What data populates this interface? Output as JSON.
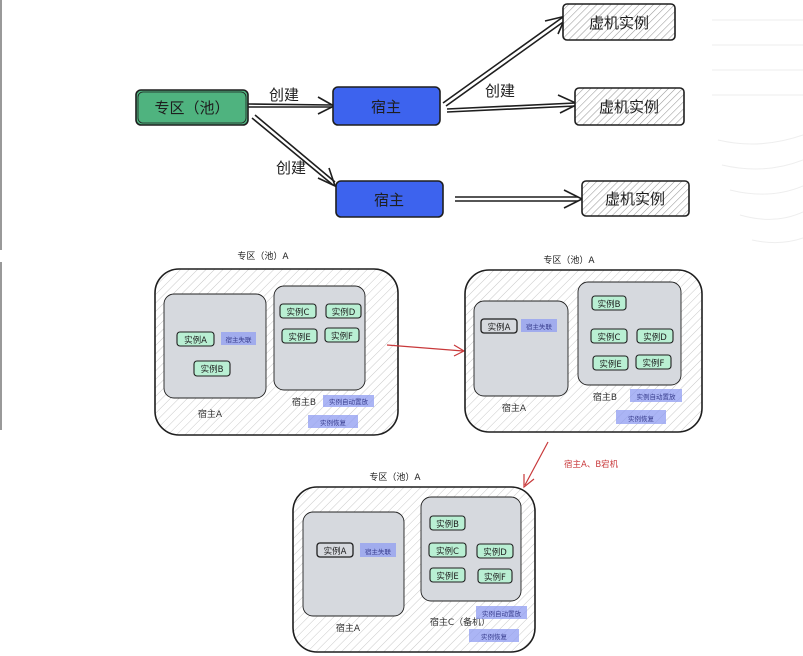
{
  "top": {
    "zone_label": "专区（池）",
    "create_label": "创建",
    "host_label": "宿主",
    "vm_label": "虚机实例"
  },
  "colors": {
    "zone_green": "#4fb37f",
    "host_blue": "#3d63ee",
    "pane_fill": "#d6d9de",
    "instance_green": "#b9efd3",
    "tag_blue": "#8f9cf2",
    "arrow_red": "#c8383a",
    "stroke": "#1e1e1e"
  },
  "bottom": {
    "zone_title": "专区（池）A",
    "host_a": "宿主A",
    "host_b": "宿主B",
    "host_c": "宿主C（备机）",
    "instance_a": "实例A",
    "instance_b": "实例B",
    "instance_c": "实例C",
    "instance_d": "实例D",
    "instance_e": "实例E",
    "instance_f": "实例F",
    "tag_host_failure": "宿主失联",
    "tag_auto_migrate": "实例自动置放",
    "tag_recover": "实例恢复",
    "failure_note": "宿主A、B宕机"
  }
}
